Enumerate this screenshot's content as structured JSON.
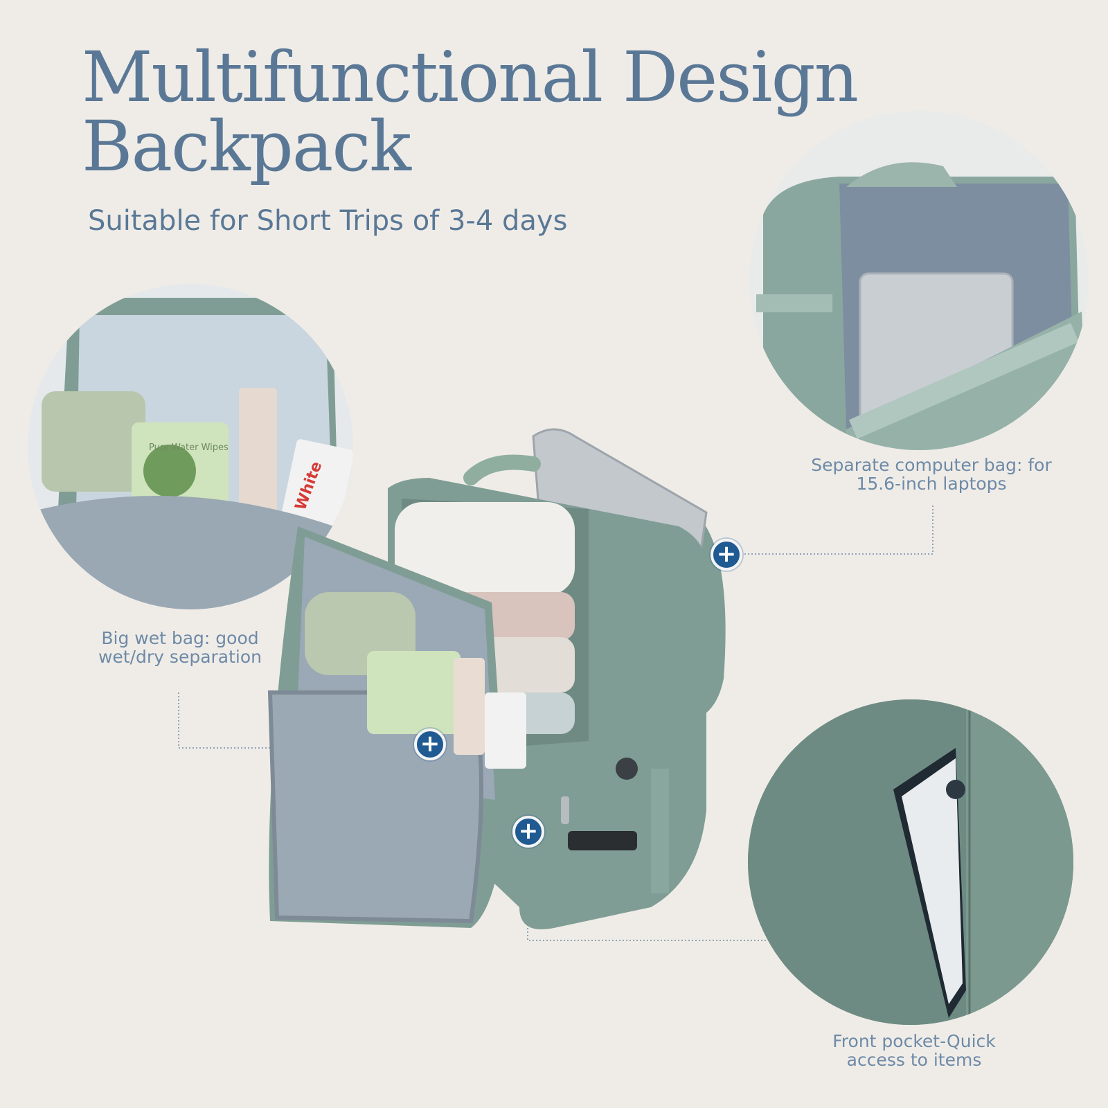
{
  "header": {
    "title_line1": "Multifunctional Design",
    "title_line2": "Backpack",
    "subtitle": "Suitable for Short Trips of 3-4 days"
  },
  "callouts": {
    "computer_line1": "Separate computer bag: for",
    "computer_line2": "15.6-inch laptops",
    "wetbag_line1": "Big wet bag: good",
    "wetbag_line2": "wet/dry separation",
    "pocket_line1": "Front pocket-Quick",
    "pocket_line2": "access to items"
  },
  "hotspots": {
    "symbol": "+"
  },
  "product_labels": {
    "wipes": "Pure Water Wipes",
    "toothpaste": "White"
  },
  "colors": {
    "title": "#5a7896",
    "callout_text": "#6e8aa6",
    "hotspot": "#1f5a92",
    "bag_green": "#7f9d94",
    "lining_gray": "#9eabb6",
    "background": "#efece8"
  }
}
